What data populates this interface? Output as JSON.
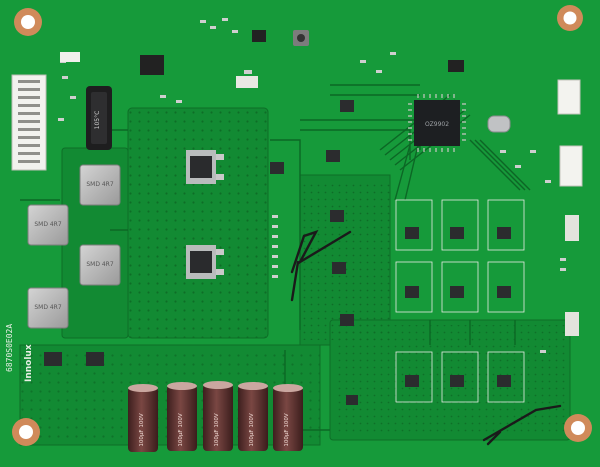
{
  "board": {
    "brand_label": "Innolux",
    "model_code": "6870S0E02A",
    "ic_marking": "OZ9902",
    "inductor_marking": "SMD 4R7",
    "capacitor_marking": "100μF 100V",
    "colors": {
      "board_green": "#169a3a",
      "board_green_dark": "#0f7b2c",
      "silkscreen": "#e9efe6",
      "copper": "#d08a5a",
      "capacitor_body": "#5a2f2c",
      "ic_black": "#1d1f22",
      "background": "#ffffff"
    }
  },
  "annotations": {
    "marker_strokes": [
      "arrow-center",
      "arrow-bottom-right"
    ]
  }
}
